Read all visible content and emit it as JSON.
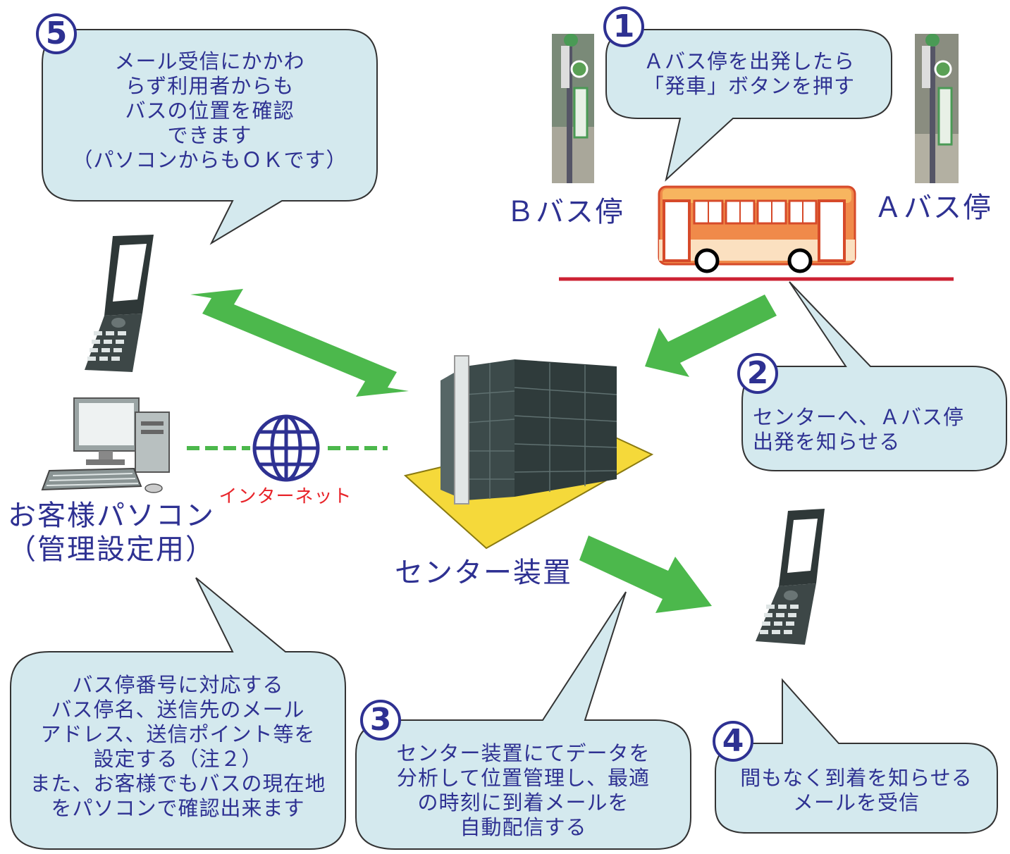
{
  "steps": {
    "step1": {
      "number": "1",
      "text": "Ａバス停を出発したら\n「発車」ボタンを押す"
    },
    "step2": {
      "number": "2",
      "text": "センターへ、Ａバス停\n出発を知らせる"
    },
    "step3": {
      "number": "3",
      "text": "センター装置にてデータを\n分析して位置管理し、最適\nの時刻に到着メールを\n自動配信する"
    },
    "step4": {
      "number": "4",
      "text": "間もなく到着を知らせる\nメールを受信"
    },
    "step5": {
      "number": "5",
      "text": "メール受信にかかわ\nらず利用者からも\nバスの位置を確認\nできます\n（パソコンからもＯＫです）"
    }
  },
  "note": {
    "text": "バス停番号に対応する\nバス停名、送信先のメール\nアドレス、送信ポイント等を\n設定する（注２）\nまた、お客様でもバスの現在地\nをパソコンで確認出来ます"
  },
  "labels": {
    "bus_stop_b": "Ｂバス停",
    "bus_stop_a": "Ａバス停",
    "center": "センター装置",
    "customer_pc": "お客様パソコン\n（管理設定用）",
    "internet": "インターネット"
  },
  "colors": {
    "bubble_fill": "#d4e9ee",
    "text": "#2e3192",
    "arrow": "#4cb84c",
    "road": "#cc2233",
    "internet_label": "#e8242a"
  }
}
